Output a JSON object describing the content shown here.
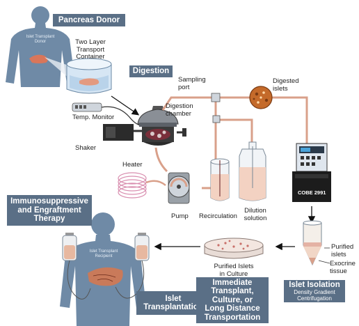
{
  "labels": {
    "pancreas_donor": "Pancreas Donor",
    "islet_transplant_donor_line1": "Islet Transplant",
    "islet_transplant_donor_line2": "Donor",
    "transport_line1": "Two Layer",
    "transport_line2": "Transport",
    "transport_line3": "Container",
    "digestion": "Digestion",
    "sampling_line1": "Sampling",
    "sampling_line2": "port",
    "digested_line1": "Digested",
    "digested_line2": "islets",
    "chamber_line1": "Digestion",
    "chamber_line2": "chamber",
    "temp_monitor": "Temp. Monitor",
    "shaker": "Shaker",
    "heater": "Heater",
    "pump": "Pump",
    "recirculation": "Recirculation",
    "dilution_line1": "Dilution",
    "dilution_line2": "solution",
    "cobe": "COBE  2991",
    "immuno_line1": "Immunosuppressive",
    "immuno_line2": "and Engraftment",
    "immuno_line3": "Therapy",
    "recipient_line1": "Islet Transplant",
    "recipient_line2": "Recipient",
    "purified_culture_line1": "Purified Islets",
    "purified_culture_line2": "in Culture",
    "purified_line1": "Purified",
    "purified_line2": "islets",
    "exocrine_line1": "Exocrine",
    "exocrine_line2": "tissue",
    "islet_transplantation_line1": "Islet",
    "islet_transplantation_line2": "Transplantation",
    "immediate_line1": "Immediate",
    "immediate_line2": "Transplant,",
    "immediate_line3": "Culture, or",
    "immediate_line4": "Long Distance",
    "immediate_line5": "Transportation",
    "islet_isolation": "Islet Isolation",
    "density_line1": "Density Gradient",
    "density_line2": "Centrifugation"
  },
  "colors": {
    "label_box": "#5a6f86",
    "body_silhouette": "#6f8aa6",
    "tubing": "#d9a08a",
    "digested_islets": "#c46a2a"
  }
}
